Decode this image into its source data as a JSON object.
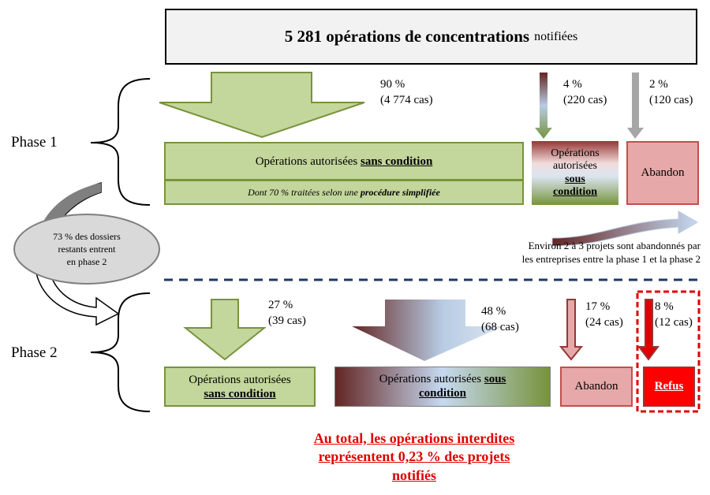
{
  "header": {
    "bold_text": "5 281 opérations de concentrations",
    "small_text": "notifiées"
  },
  "phase1": {
    "label": "Phase 1",
    "main_pct": "90 %",
    "main_cases": "(4 774 cas)",
    "cond_pct": "4 %",
    "cond_cases": "(220 cas)",
    "aband_pct": "2 %",
    "aband_cases": "(120 cas)",
    "box_authorized_prefix": "Opérations autorisées",
    "box_authorized_bold": "sans condition",
    "box_simplified_prefix": "Dont 70 %  traitées selon une",
    "box_simplified_bold": "procédure simplifiée",
    "box_cond_prefix": "Opérations autorisées",
    "box_cond_bold1": "sous",
    "box_cond_bold2": "condition",
    "box_abandon": "Abandon"
  },
  "transition": {
    "ellipse_line1": "73 % des dossiers",
    "ellipse_line2": "restants entrent",
    "ellipse_line3": "en phase 2",
    "abandon_note_line1": "Environ 2 à 3 projets sont abandonnés par",
    "abandon_note_line2": "les entreprises entre la phase 1 et la phase 2"
  },
  "phase2": {
    "label": "Phase 2",
    "a_pct": "27 %",
    "a_cases": "(39 cas)",
    "b_pct": "48 %",
    "b_cases": "(68 cas)",
    "c_pct": "17 %",
    "c_cases": "(24 cas)",
    "d_pct": "8 %",
    "d_cases": "(12 cas)",
    "box_a_prefix": "Opérations autorisées",
    "box_a_bold": "sans condition",
    "box_b_prefix": "Opérations autorisées",
    "box_b_bold1": "sous",
    "box_b_bold2": "condition",
    "box_abandon": "Abandon",
    "box_refus": "Refus"
  },
  "conclusion": {
    "line1": "Au total, les opérations interdites",
    "line2": "représentent 0,23 % des projets",
    "line3": "notifiés"
  },
  "colors": {
    "green_fill": "#c3d69b",
    "green_border": "#77933c",
    "pink_fill": "#e6a8a8",
    "red": "#e00000",
    "dark_red": "#953735",
    "navy_dash": "#1f3864"
  }
}
